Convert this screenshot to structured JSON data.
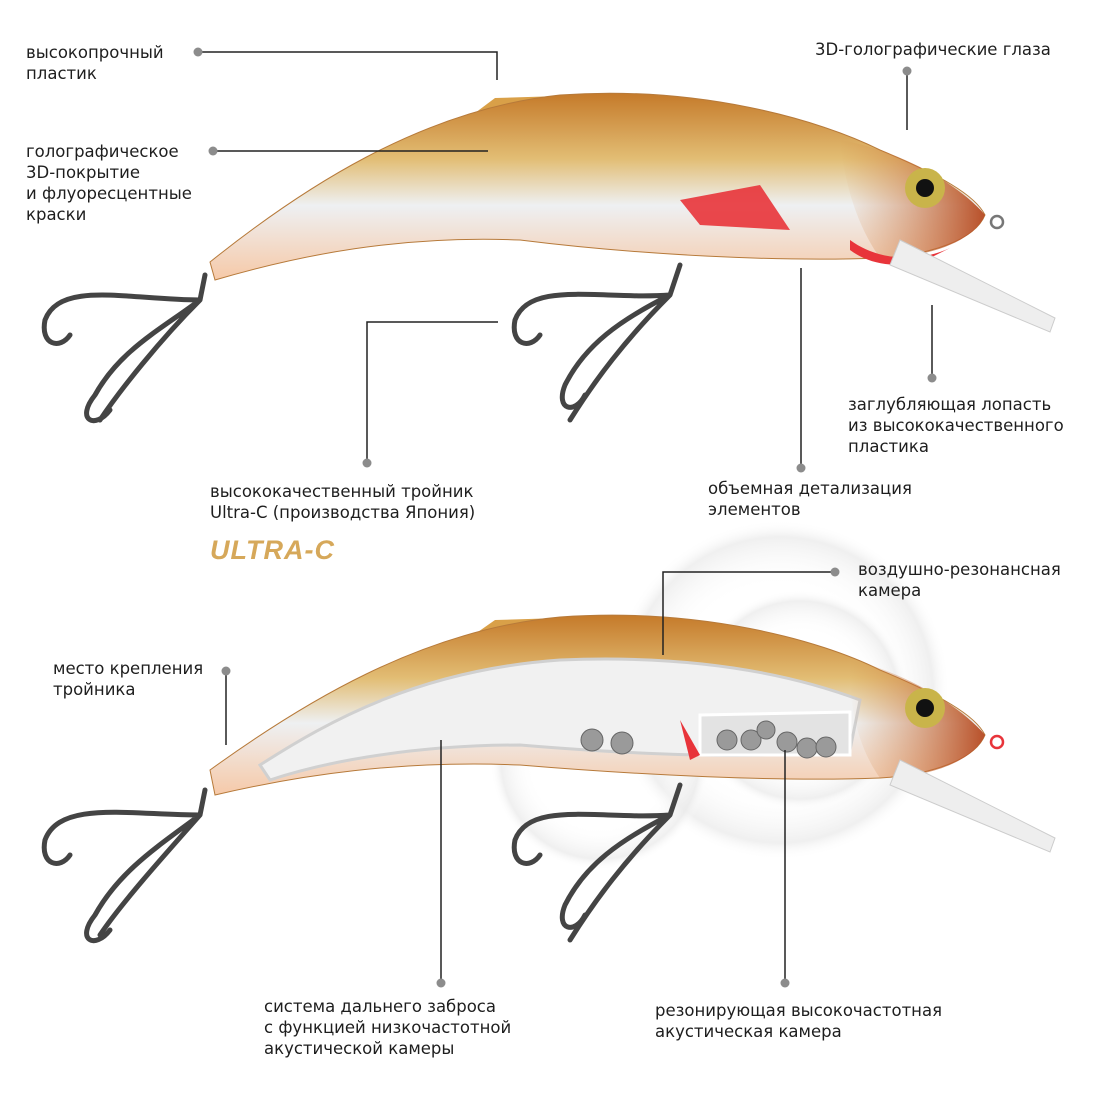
{
  "title": "Lure features infographic",
  "colors": {
    "body_gold": "#d9a048",
    "belly": "#e8ecef",
    "red": "#e8343a",
    "line": "#222222",
    "dot": "#8c8c8c",
    "logo": "#d6a85a"
  },
  "callouts": {
    "plastic": "высокопрочный\nпластик",
    "coating": "голографическое\n3D-покрытие\nи флуоресцентные\nкраски",
    "eyes": "3D-голографические глаза",
    "lip": "заглубляющая лопасть\nиз высококачественного\nпластика",
    "detail": "объемная детализация\nэлементов",
    "hook": "высококачественный тройник\nUltra-C (производства Япония)",
    "air_chamber": "воздушно-резонансная\nкамера",
    "hook_mount": "место крепления\nтройника",
    "casting": "система дальнего заброса\nс функцией низкочастотной\nакустической камеры",
    "hf_chamber": "резонирующая высокочастотная\nакустическая камера"
  },
  "logo": "ULTRA-C"
}
